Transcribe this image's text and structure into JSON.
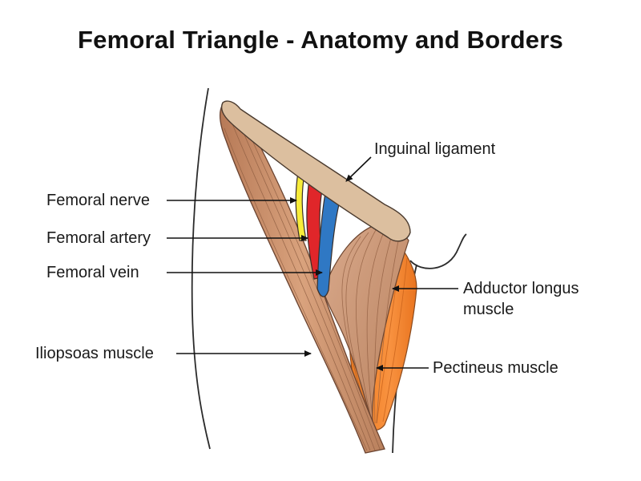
{
  "title": "Femoral Triangle - Anatomy and Borders",
  "labels": {
    "inguinal_ligament": "Inguinal ligament",
    "femoral_nerve": "Femoral nerve",
    "femoral_artery": "Femoral artery",
    "femoral_vein": "Femoral vein",
    "iliopsoas": "Iliopsoas muscle",
    "adductor_longus_line1": "Adductor longus",
    "adductor_longus_line2": "muscle",
    "pectineus": "Pectineus muscle"
  },
  "colors": {
    "muscle_brown": "#c9936f",
    "ligament": "#dcbf9f",
    "nerve": "#f7ec3a",
    "artery": "#e0262a",
    "vein": "#2f78c4",
    "adductor_orange": "#f4852c",
    "outline": "#3a2e28"
  }
}
